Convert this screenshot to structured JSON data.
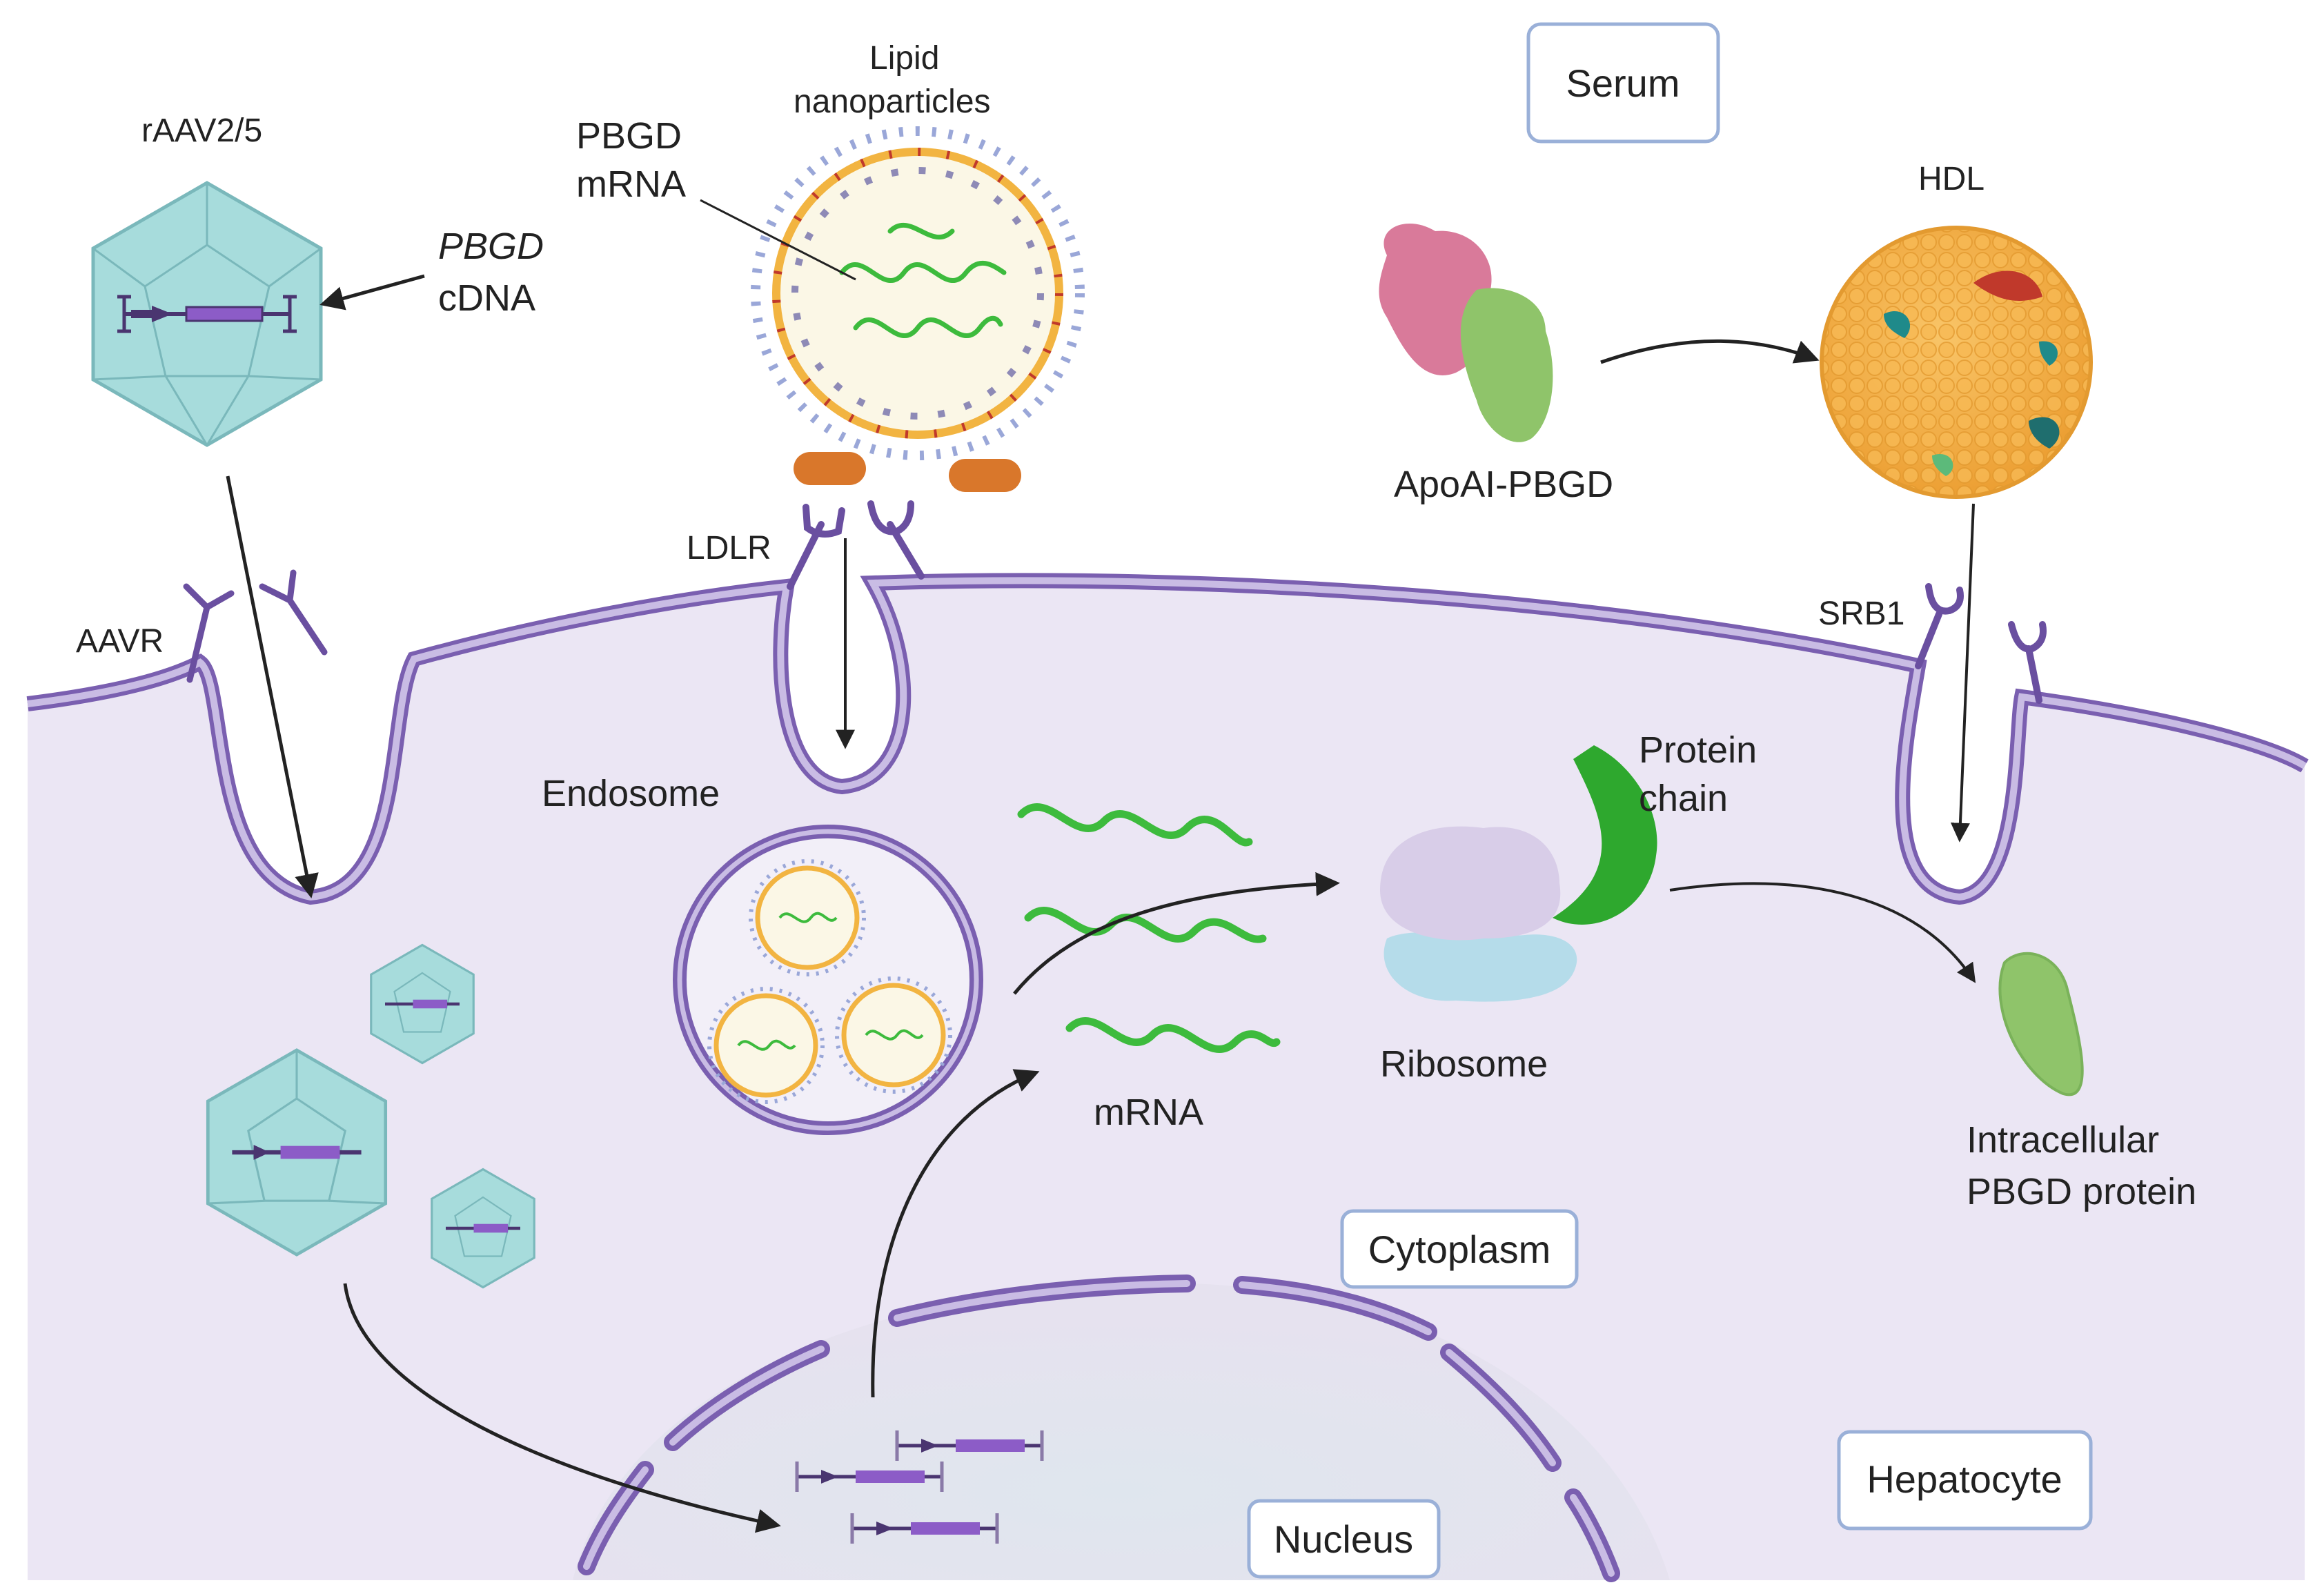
{
  "labels": {
    "raav": "rAAV2/5",
    "pbgd_italic": "PBGD",
    "cdna": "cDNA",
    "lipid_line1": "Lipid",
    "lipid_line2": "nanoparticles",
    "pbgd_mrna_line1": "PBGD",
    "pbgd_mrna_line2": "mRNA",
    "ldlr": "LDLR",
    "aavr": "AAVR",
    "endosome": "Endosome",
    "apoai": "ApoAI-PBGD",
    "hdl": "HDL",
    "srb1": "SRB1",
    "protein_line1": "Protein",
    "protein_line2": "chain",
    "ribosome": "Ribosome",
    "mrna": "mRNA",
    "intracellular_line1": "Intracellular",
    "intracellular_line2": "PBGD protein"
  },
  "boxes": {
    "serum": "Serum",
    "cytoplasm": "Cytoplasm",
    "hepatocyte": "Hepatocyte",
    "nucleus": "Nucleus"
  },
  "colors": {
    "cytoplasm_fill": "#ebe6f4",
    "membrane": "#a08ccc",
    "membrane_dark": "#7a5fb0",
    "capsid": "#a7dcdc",
    "capsid_edge": "#7ab8bb",
    "mrna_green": "#3dbb3d",
    "protein_green": "#2ea82e",
    "ribosome_top": "#d8cde8",
    "ribosome_bottom": "#b5dcea",
    "lnp_orange": "#f2b441",
    "hdl_orange": "#f5b24a",
    "pbgd_green": "#8fc46a",
    "apoai_pink": "#d97a9a",
    "box_border": "#9ab0d8"
  }
}
